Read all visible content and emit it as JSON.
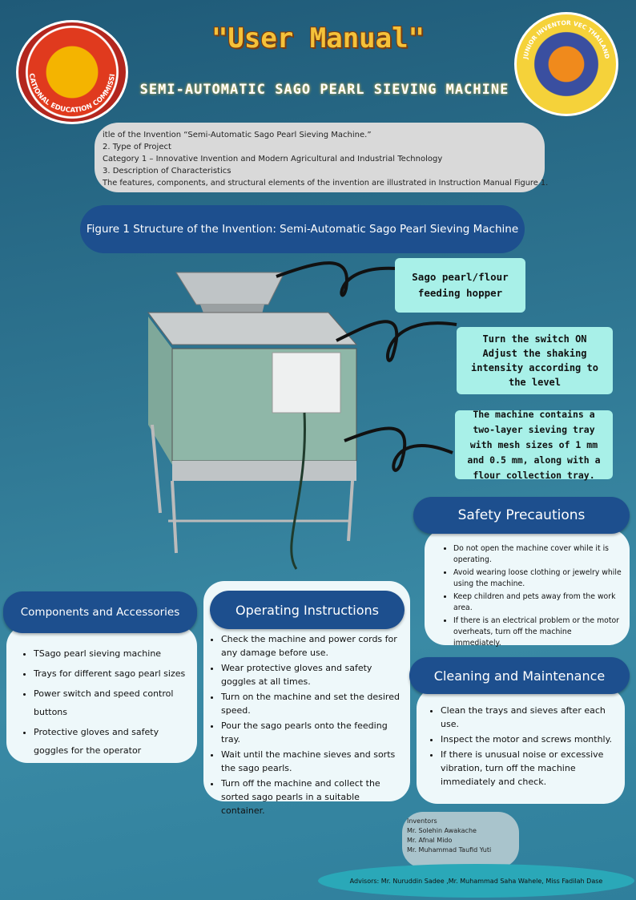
{
  "header": {
    "title": "\"User Manual\"",
    "subtitle": "SEMI-AUTOMATIC SAGO PEARL SIEVING MACHINE",
    "left_logo_text": "VOCATIONAL EDUCATION COMMISSION",
    "right_logo_text": "JUNIOR INVENTOR VEC THAILAND"
  },
  "info": {
    "lines": [
      "itle of the Invention “Semi-Automatic Sago Pearl Sieving Machine.”",
      "2. Type of Project",
      "Category 1 – Innovative Invention and Modern Agricultural and Industrial Technology",
      "3. Description of Characteristics",
      "The features, components, and structural elements of the invention are illustrated in Instruction Manual Figure 1."
    ]
  },
  "figure": {
    "caption": "Figure 1 Structure of the Invention: Semi-Automatic Sago Pearl Sieving Machine"
  },
  "callouts": {
    "hopper": "Sago pearl/flour feeding hopper",
    "switch": [
      "Turn the switch ON",
      "Adjust the shaking intensity according to the level"
    ],
    "tray": "The machine contains a two-layer sieving tray with mesh sizes of 1 mm and 0.5 mm, along with a flour collection tray."
  },
  "safety": {
    "title": "Safety Precautions",
    "items": [
      "Do not open the machine cover while it is operating.",
      "Avoid wearing loose clothing or jewelry while using the machine.",
      "Keep children and pets away from the work area.",
      "If there is an electrical problem or the motor overheats, turn off the machine immediately."
    ]
  },
  "components": {
    "title": "Components and Accessories",
    "items": [
      "TSago pearl sieving machine",
      "Trays for different sago pearl sizes",
      "Power switch and speed control buttons",
      "Protective gloves and safety goggles for the operator"
    ]
  },
  "operating": {
    "title": "Operating Instructions",
    "items": [
      "Check the machine and power cords for any damage before use.",
      "Wear protective gloves and safety goggles at all times.",
      "Turn on the machine and set the desired speed.",
      "Pour the sago pearls onto the feeding tray.",
      "Wait until the machine sieves and sorts the sago pearls.",
      "Turn off the machine and collect the sorted sago pearls in a suitable container."
    ]
  },
  "cleaning": {
    "title": "Cleaning and Maintenance",
    "items": [
      "Clean the trays and sieves after each use.",
      "Inspect the motor and screws monthly.",
      "If there is unusual noise or excessive vibration, turn off the machine immediately and check."
    ]
  },
  "inventors": {
    "label": "Inventors",
    "names": [
      "Mr. Solehin Awakache",
      "Mr. Afnal Mido",
      "Mr. Muhammad Taufid Yuti"
    ]
  },
  "advisors": "Advisors: Mr. Nuruddin Sadee ,Mr. Muhammad Saha Wahele, Miss Fadilah Dase"
}
